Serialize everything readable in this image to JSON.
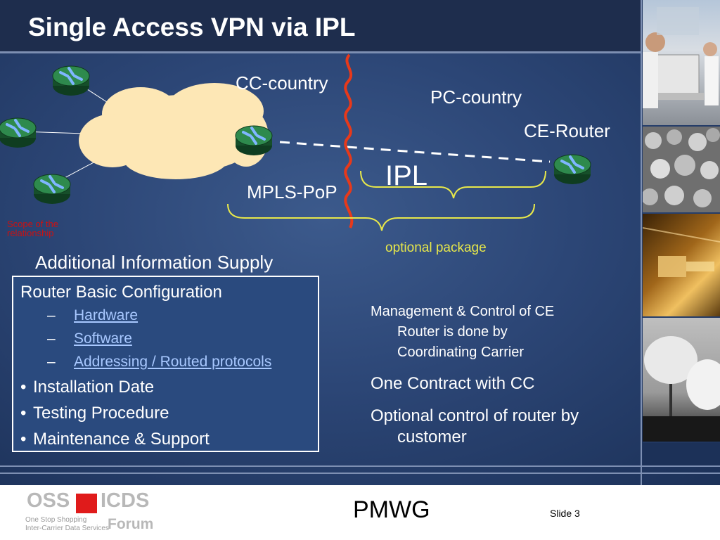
{
  "title": "Single Access VPN via IPL",
  "diagram": {
    "cc_country": "CC-country",
    "pc_country": "PC-country",
    "ce_router": "CE-Router",
    "ipl": "IPL",
    "mpls_pop": "MPLS-PoP",
    "scope_note": "Scope of the relationship",
    "optional_package": "optional package"
  },
  "info": {
    "heading": "Additional Information Supply",
    "box_title": "Router Basic Configuration",
    "sub_items": [
      "Hardware",
      "Software",
      "Addressing / Routed protocols"
    ],
    "dash": "–",
    "bullet": "•",
    "bullets": [
      "Installation Date",
      "Testing Procedure",
      "Maintenance & Support"
    ]
  },
  "right_text": {
    "p1_line1": "Management & Control of CE",
    "p1_line2": "Router is done by",
    "p1_line3": "Coordinating Carrier",
    "p2": "One Contract with CC",
    "p3_line1": "Optional control of router by",
    "p3_line2": "customer"
  },
  "footer": {
    "logo_oss": "OSS",
    "logo_icds": "ICDS",
    "logo_sub1": "One Stop Shopping",
    "logo_sub2": "Inter-Carrier Data Services",
    "logo_forum": "Forum",
    "center_text": "PMWG",
    "slide_number": "Slide 3"
  },
  "colors": {
    "background": "#2c4676",
    "title_bar": "#1e2d4d",
    "cloud": "#fde7b5",
    "border_line": "#e8e84a",
    "boundary_line": "#e8391a",
    "scope_text": "#cc1111",
    "router": "#1f6b3a"
  },
  "icons": [
    "router-icon",
    "cloud-shape",
    "country-border-squiggle",
    "brace-shape"
  ]
}
